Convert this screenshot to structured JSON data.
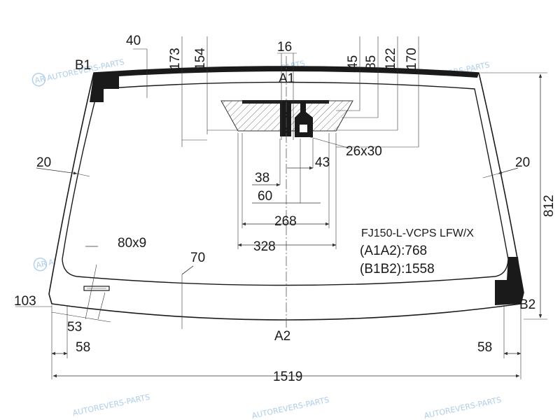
{
  "watermark": {
    "text": "AUTOREVERS-PARTS",
    "logo": "AR"
  },
  "points": {
    "a1": "A1",
    "a2": "A2",
    "b1": "B1",
    "b2": "B2"
  },
  "dims": {
    "d40": "40",
    "d173": "173",
    "d154": "154",
    "d16": "16",
    "d45": "45",
    "d85": "85",
    "d122": "122",
    "d170": "170",
    "d20l": "20",
    "d20r": "20",
    "d26x30": "26x30",
    "d43": "43",
    "d38": "38",
    "d60": "60",
    "d268": "268",
    "d328": "328",
    "d812": "812",
    "d80x9": "80x9",
    "d70": "70",
    "d103": "103",
    "d53": "53",
    "d58l": "58",
    "d58r": "58",
    "d1519": "1519"
  },
  "info": {
    "model": "FJ150-L-VCPS LFW/X",
    "a1a2": "(A1A2):768",
    "b1b2": "(B1B2):1558"
  }
}
